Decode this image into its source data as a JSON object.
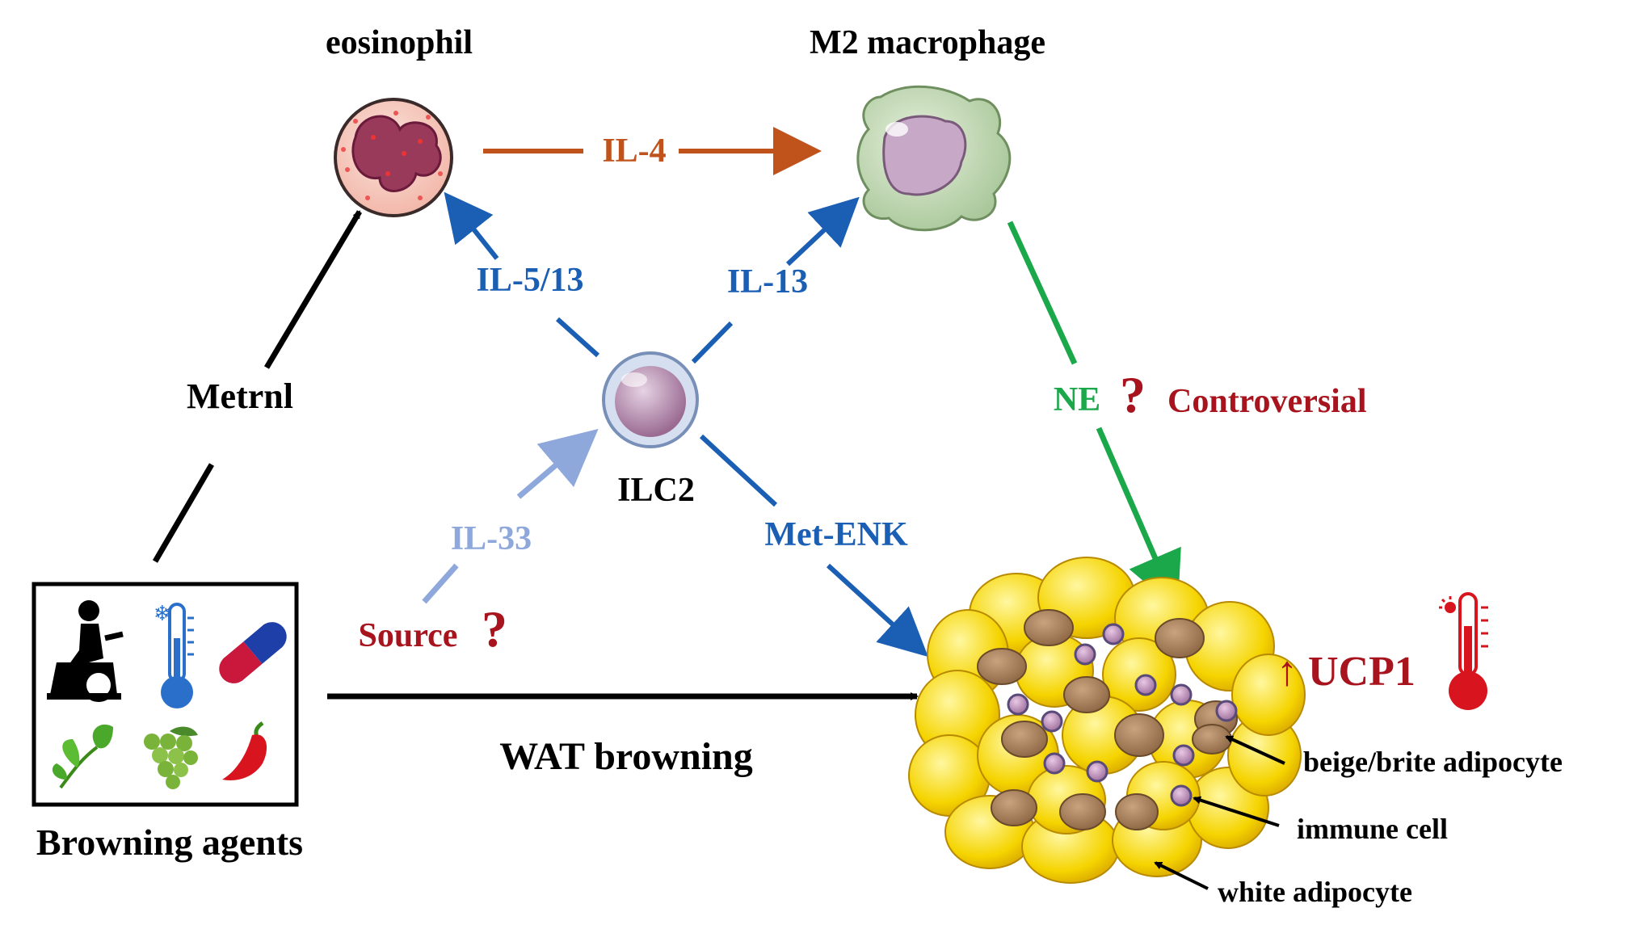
{
  "nodes": {
    "eosinophil": "eosinophil",
    "macrophage": "M2 macrophage",
    "ilc2": "ILC2",
    "browning_agents": "Browning agents"
  },
  "edges": {
    "il4": "IL-4",
    "il513": "IL-5/13",
    "il13": "IL-13",
    "il33": "IL-33",
    "metenk": "Met-ENK",
    "metrnl": "Metrnl",
    "ne": "NE",
    "wat_browning": "WAT browning"
  },
  "annotations": {
    "ne_question": "?",
    "controversial": "Controversial",
    "source": "Source",
    "source_question": "?",
    "ucp1": "↑ UCP1",
    "beige": "beige/brite adipocyte",
    "immune": "immune cell",
    "white": "white adipocyte"
  },
  "colors": {
    "il4": "#c0521c",
    "ilc2_signal": "#1a5fb4",
    "il33": "#8ea8dc",
    "ne": "#1aa84a",
    "emphasis": "#a8141e",
    "black": "#000000",
    "fat_yellow": "#f5d400",
    "beige_brown": "#a07856"
  },
  "icons": [
    "exercise-bike-icon",
    "cold-thermometer-icon",
    "capsule-icon",
    "plant-icon",
    "grapes-icon",
    "chili-pepper-icon"
  ]
}
